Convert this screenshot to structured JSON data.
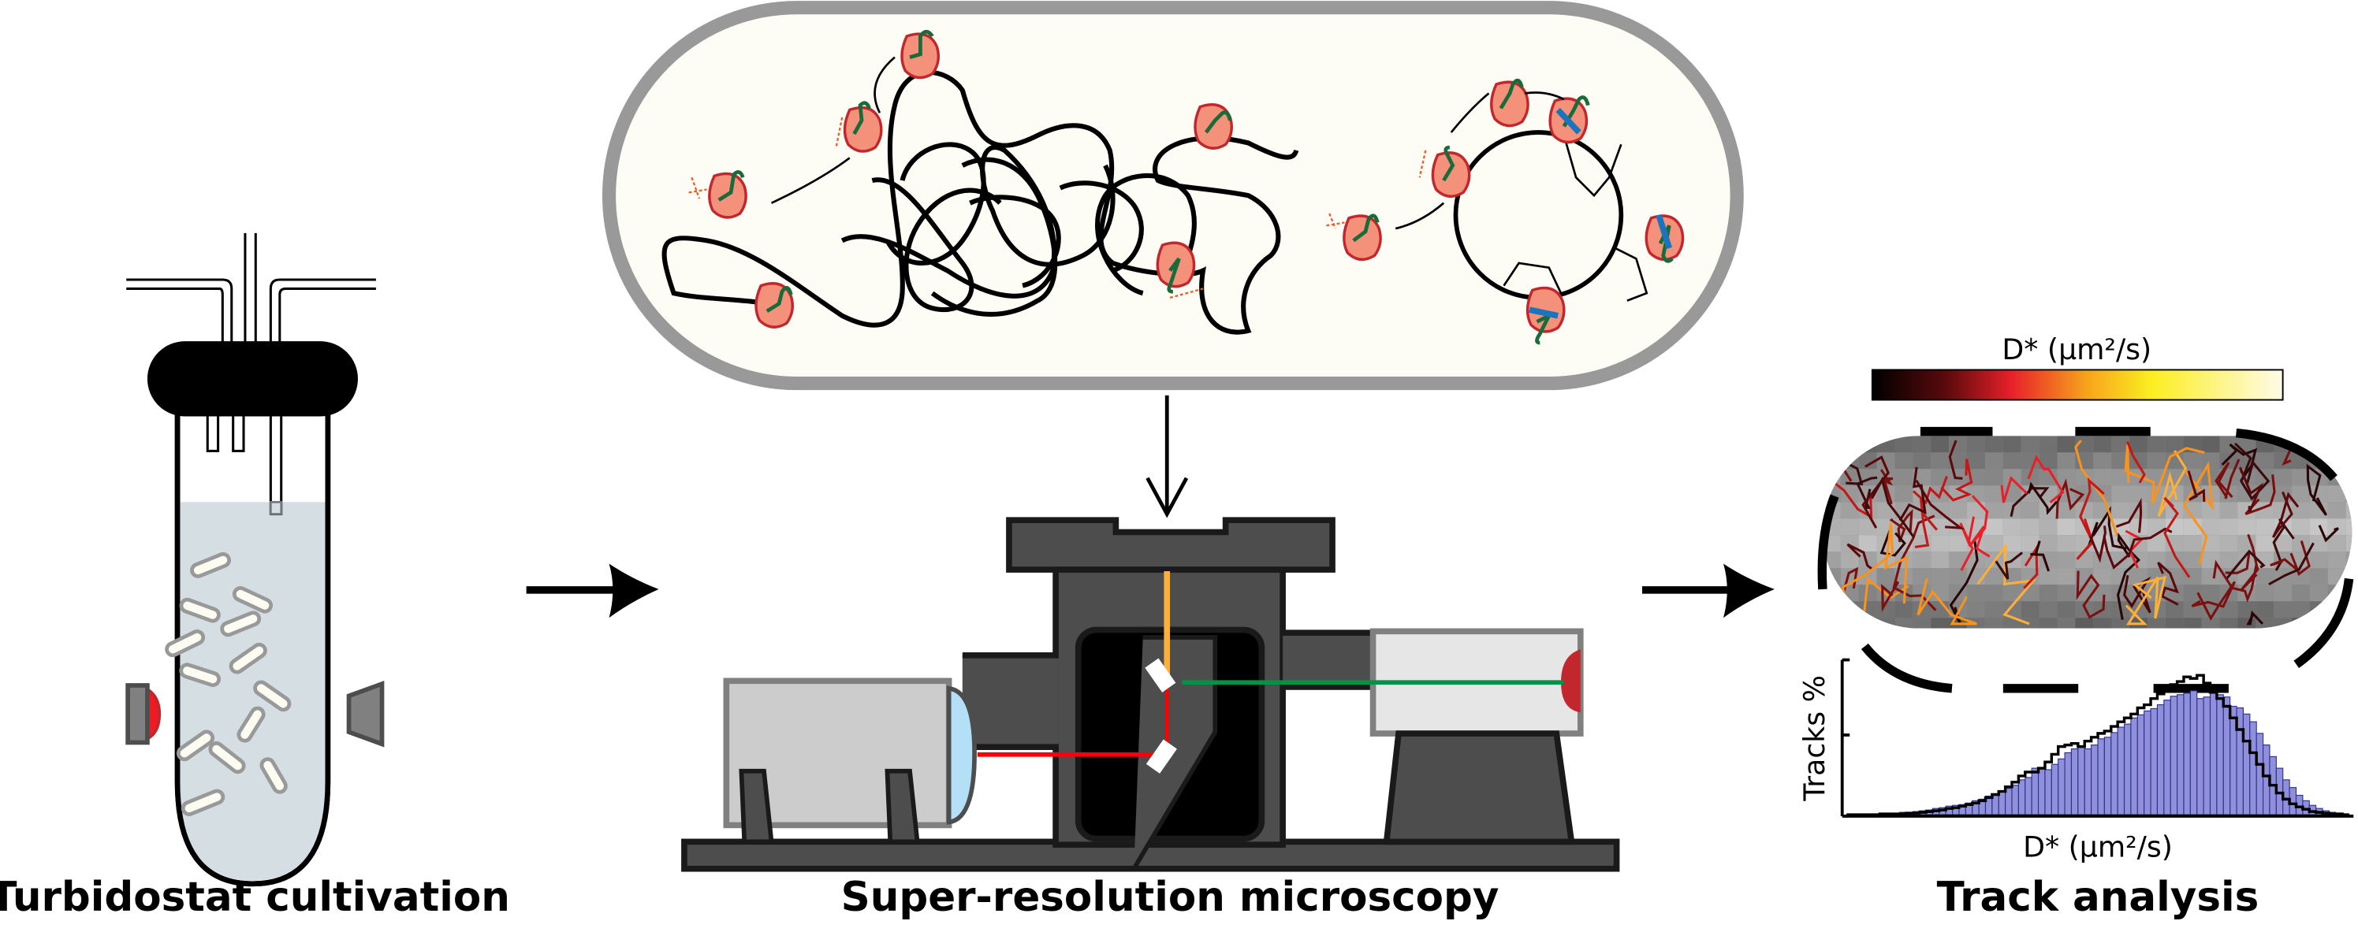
{
  "panels": {
    "cultivation": {
      "label": "Turbidostat cultivation"
    },
    "microscopy": {
      "label": "Super-resolution microscopy"
    },
    "analysis": {
      "label": "Track analysis"
    }
  },
  "colorbar": {
    "label": "D* (µm²/s)",
    "stops": [
      "#000000",
      "#5a0a0c",
      "#e8202a",
      "#f7a21c",
      "#fcee21",
      "#fffbe8"
    ]
  },
  "colors": {
    "ribosome_fill": "#f4917a",
    "ribosome_edge": "#c1272d",
    "mrna_green": "#1a6b3a",
    "blue_segment": "#1c75bc",
    "laser_red": "#ff0000",
    "laser_green": "#009245",
    "laser_orange": "#fbb03b",
    "histogram_fill": "#8f90d9",
    "histogram_edge": "#2e3192",
    "microscope_body": "#4d4d4d",
    "cell_outline": "#999999",
    "medium": "#d5dee3"
  },
  "chart_data": {
    "type": "bar",
    "title": "",
    "xlabel": "D* (µm²/s)",
    "ylabel": "Tracks %",
    "ylim": [
      0,
      2
    ],
    "yticks": [
      "",
      "",
      ""
    ],
    "series": [
      {
        "name": "histogram (filled)",
        "values": [
          0.01,
          0.01,
          0.01,
          0.01,
          0.01,
          0.02,
          0.02,
          0.02,
          0.03,
          0.03,
          0.04,
          0.05,
          0.06,
          0.08,
          0.09,
          0.11,
          0.12,
          0.13,
          0.15,
          0.18,
          0.2,
          0.24,
          0.27,
          0.3,
          0.34,
          0.38,
          0.45,
          0.48,
          0.6,
          0.6,
          0.58,
          0.65,
          0.72,
          0.8,
          0.85,
          0.87,
          0.85,
          0.9,
          0.98,
          1.0,
          1.06,
          1.13,
          1.17,
          1.25,
          1.29,
          1.34,
          1.37,
          1.42,
          1.48,
          1.53,
          1.55,
          1.57,
          1.6,
          1.5,
          1.52,
          1.58,
          1.55,
          1.52,
          1.4,
          1.38,
          1.3,
          1.2,
          1.05,
          0.9,
          0.75,
          0.6,
          0.45,
          0.35,
          0.25,
          0.18,
          0.12,
          0.08,
          0.05,
          0.03,
          0.02,
          0.01
        ]
      },
      {
        "name": "histogram (outline)",
        "values": [
          0,
          0,
          0,
          0,
          0,
          0.01,
          0.01,
          0.01,
          0.01,
          0.02,
          0.02,
          0.03,
          0.04,
          0.05,
          0.06,
          0.08,
          0.09,
          0.11,
          0.13,
          0.15,
          0.18,
          0.22,
          0.26,
          0.3,
          0.36,
          0.42,
          0.5,
          0.55,
          0.55,
          0.6,
          0.68,
          0.78,
          0.88,
          0.9,
          0.92,
          0.88,
          0.95,
          1.0,
          1.05,
          1.08,
          1.14,
          1.2,
          1.25,
          1.3,
          1.38,
          1.42,
          1.5,
          1.56,
          1.63,
          1.68,
          1.72,
          1.78,
          1.76,
          1.8,
          1.7,
          1.58,
          1.5,
          1.4,
          1.25,
          1.1,
          0.95,
          0.8,
          0.65,
          0.5,
          0.38,
          0.28,
          0.2,
          0.14,
          0.1,
          0.07,
          0.04,
          0.03,
          0.02,
          0.01,
          0.01,
          0
        ]
      }
    ]
  }
}
